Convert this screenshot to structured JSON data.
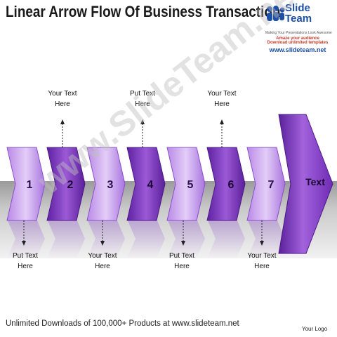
{
  "title": "Linear Arrow Flow Of Business Transaction",
  "brand": {
    "name_line1": "Slide",
    "name_line2": "Team",
    "tagline": "Making Your Presentations Look Awesome",
    "promo_line1": "Amaze your audience",
    "promo_line2": "Download unlimited templates",
    "url": "www.slideteam.net"
  },
  "watermark": "www.SlideTeam.net",
  "chevrons": [
    {
      "number": "1"
    },
    {
      "number": "2"
    },
    {
      "number": "3"
    },
    {
      "number": "4"
    },
    {
      "number": "5"
    },
    {
      "number": "6"
    },
    {
      "number": "7"
    }
  ],
  "big_arrow_label": "Text",
  "top_labels": [
    {
      "chevron": "2",
      "line1": "Your Text",
      "line2": "Here"
    },
    {
      "chevron": "4",
      "line1": "Put Text",
      "line2": "Here"
    },
    {
      "chevron": "6",
      "line1": "Your Text",
      "line2": "Here"
    }
  ],
  "bottom_labels": [
    {
      "chevron": "1",
      "line1": "Put Text",
      "line2": "Here"
    },
    {
      "chevron": "3",
      "line1": "Your Text",
      "line2": "Here"
    },
    {
      "chevron": "5",
      "line1": "Put Text",
      "line2": "Here"
    },
    {
      "chevron": "7",
      "line1": "Your Text",
      "line2": "Here"
    }
  ],
  "footer": "Unlimited Downloads of 100,000+ Products at www.slideteam.net",
  "your_logo": "Your Logo",
  "colors": {
    "purple_light": "#c9a6ec",
    "purple_mid": "#9b59d6",
    "purple_dark": "#6f2bb5",
    "purple_deep": "#5a1f9a"
  }
}
